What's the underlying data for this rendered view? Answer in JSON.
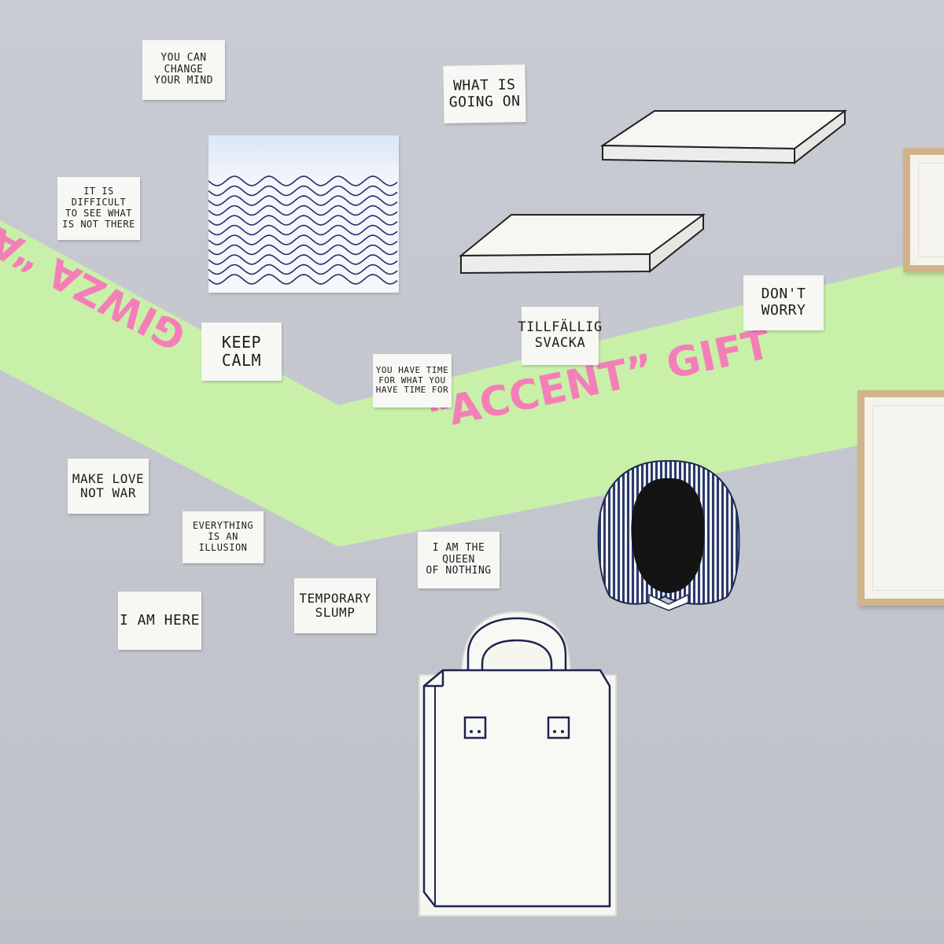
{
  "stripe_color": "#c6f0a4",
  "stripe_text_color": "#f47fb8",
  "wall_color": "#c6c8d0",
  "stripe_texts": {
    "right": "“ACCENT” GIFT",
    "left": "GIWZA “AC"
  },
  "cards": {
    "you_can_change": "YOU CAN CHANGE\nYOUR MIND",
    "what_is_going_on": "WHAT IS\nGOING ON",
    "it_is_difficult": "IT IS DIFFICULT\nTO SEE WHAT\nIS NOT THERE",
    "keep_calm": "KEEP\nCALM",
    "you_have_time": "YOU HAVE TIME\nFOR WHAT YOU\nHAVE TIME FOR",
    "tillfallig": "TILLFÄLLIG\nSVACKA",
    "dont_worry": "DON'T\nWORRY",
    "make_love": "MAKE LOVE\nNOT WAR",
    "everything_illusion": "EVERYTHING\nIS AN ILLUSION",
    "queen_of_nothing": "I AM THE QUEEN\nOF NOTHING",
    "i_am_here": "I AM HERE",
    "temporary_slump": "TEMPORARY\nSLUMP"
  }
}
